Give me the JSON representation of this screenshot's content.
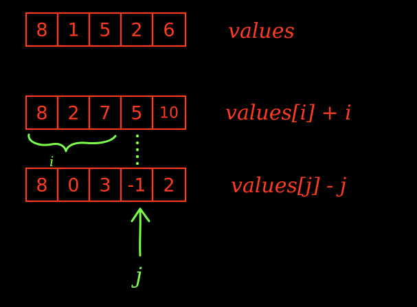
{
  "colors": {
    "background": "#000000",
    "array_ink": "#ff3b1f",
    "annotation_ink": "#7dff4a"
  },
  "rows": [
    {
      "label": "values",
      "cells": [
        "8",
        "1",
        "5",
        "2",
        "6"
      ]
    },
    {
      "label": "values[i] + i",
      "cells": [
        "8",
        "2",
        "7",
        "5",
        "10"
      ]
    },
    {
      "label": "values[j] - j",
      "cells": [
        "8",
        "0",
        "3",
        "-1",
        "2"
      ]
    }
  ],
  "annotations": {
    "brace_label": "i",
    "pointer_label": "j",
    "brace_icon": "curly-brace-icon",
    "pointer_icon": "up-arrow-icon",
    "link_icon": "dotted-line-icon"
  }
}
